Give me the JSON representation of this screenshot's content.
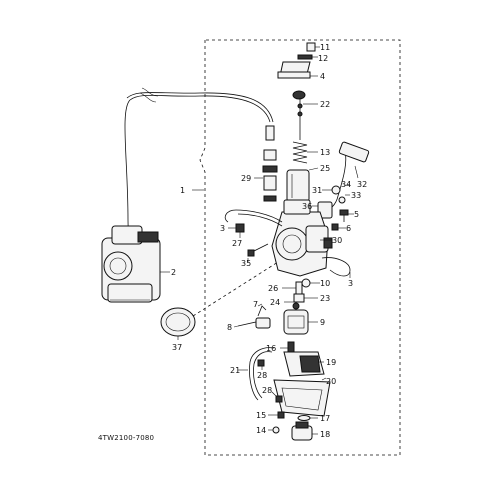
{
  "diagram": {
    "assembly_number": "1",
    "drawing_code": "4TW2100-7080",
    "callouts": [
      "11",
      "12",
      "4",
      "22",
      "13",
      "25",
      "29",
      "31",
      "34",
      "32",
      "33",
      "36",
      "5",
      "6",
      "3",
      "27",
      "30",
      "35",
      "3",
      "2",
      "10",
      "26",
      "23",
      "24",
      "7",
      "9",
      "8",
      "16",
      "37",
      "19",
      "21",
      "28",
      "20",
      "28",
      "15",
      "17",
      "14",
      "18"
    ]
  }
}
